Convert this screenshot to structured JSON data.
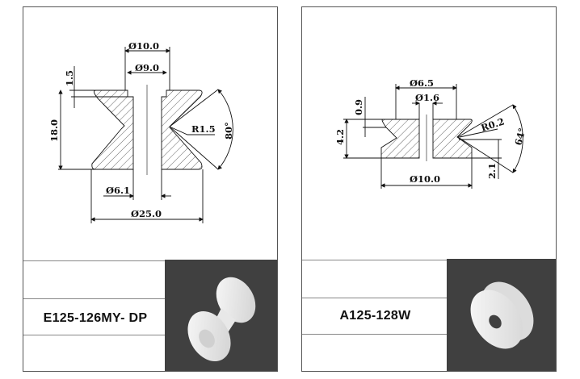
{
  "products": [
    {
      "part_number": "E125-126MY- DP",
      "dimensions": {
        "top_outer_dia": "Ø10.0",
        "counterbore_dia": "Ø9.0",
        "counterbore_depth": "1.5",
        "height": "18.0",
        "bore_dia": "Ø6.1",
        "outer_dia": "Ø25.0",
        "groove_radius": "R1.5",
        "groove_angle": "80°"
      }
    },
    {
      "part_number": "A125-128W",
      "dimensions": {
        "top_dia": "Ø6.5",
        "bore_dia": "Ø1.6",
        "groove_top": "0.9",
        "height": "4.2",
        "outer_dia": "Ø10.0",
        "groove_radius": "R0.2",
        "groove_angle": "64°",
        "groove_bottom": "2.1"
      }
    }
  ],
  "colors": {
    "photo_bg": "#404040",
    "line": "#111111"
  }
}
